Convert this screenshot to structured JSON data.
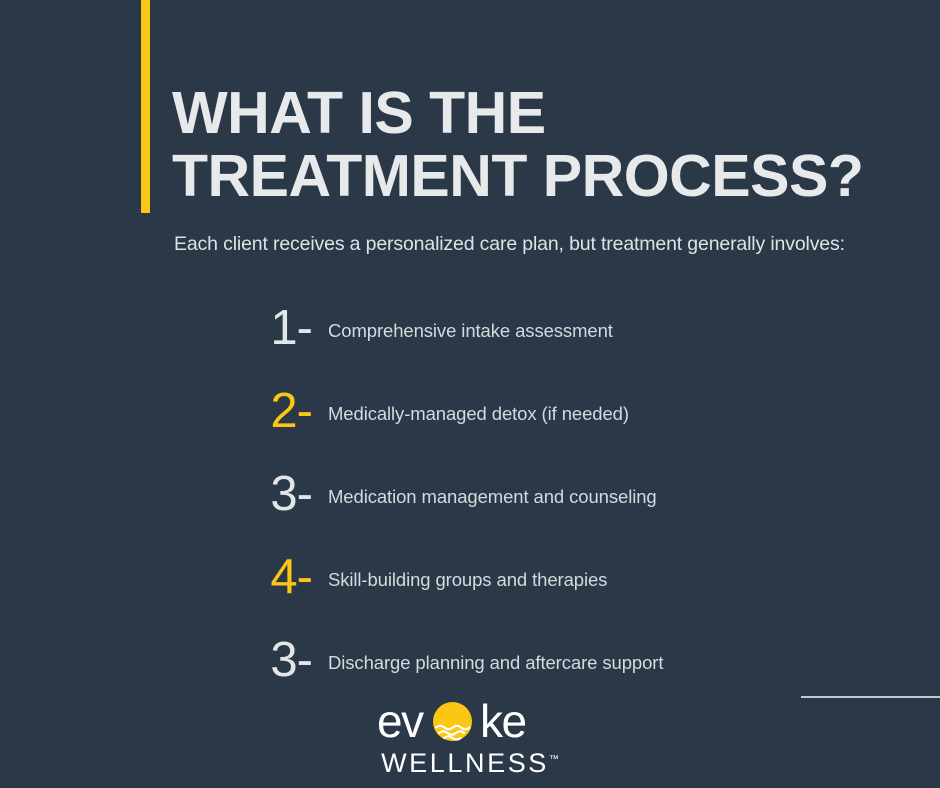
{
  "poster": {
    "background_color": "#2a3847",
    "accent_color": "#fbc713",
    "heading_color": "#e7e9ea",
    "body_color": "#d6d9dd"
  },
  "headline": {
    "line1": "WHAT IS THE",
    "line2": "TREATMENT PROCESS?"
  },
  "subtitle": "Each client receives a personalized care plan, but treatment generally involves:",
  "steps": [
    {
      "number": "1-",
      "label": "Comprehensive intake assessment",
      "number_color": "#e3e6e9"
    },
    {
      "number": "2-",
      "label": "Medically-managed detox (if needed)",
      "number_color": "#fbc713"
    },
    {
      "number": "3-",
      "label": "Medication management and counseling",
      "number_color": "#e3e6e9"
    },
    {
      "number": "4-",
      "label": "Skill-building groups and therapies",
      "number_color": "#fbc713"
    },
    {
      "number": "3-",
      "label": "Discharge planning and aftercare support",
      "number_color": "#e3e6e9"
    }
  ],
  "logo": {
    "word_left": "ev",
    "word_right": "ke",
    "sun_icon": "sun-over-waves-icon",
    "tagline": "WELLNESS",
    "trademark": "™"
  }
}
